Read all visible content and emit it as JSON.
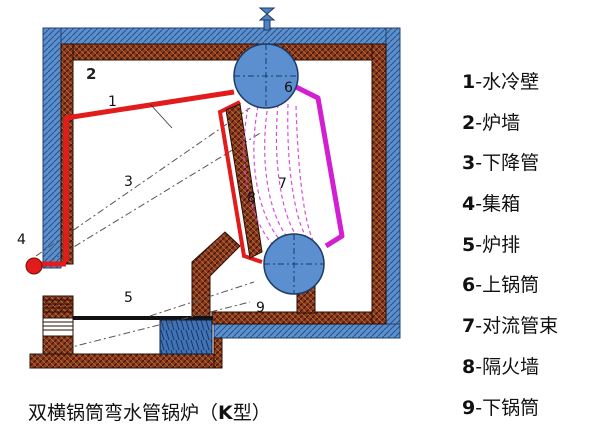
{
  "diagram": {
    "labels": [
      {
        "key": "l1",
        "text": "1"
      },
      {
        "key": "l2",
        "text": "2"
      },
      {
        "key": "l3",
        "text": "3"
      },
      {
        "key": "l4",
        "text": "4"
      },
      {
        "key": "l5",
        "text": "5"
      },
      {
        "key": "l6",
        "text": "6"
      },
      {
        "key": "l7",
        "text": "7"
      },
      {
        "key": "l8",
        "text": "8"
      },
      {
        "key": "l9",
        "text": "9"
      }
    ]
  },
  "legend": [
    {
      "num": "1",
      "text": "-水冷壁"
    },
    {
      "num": "2",
      "text": "-炉墙"
    },
    {
      "num": "3",
      "text": "-下降管"
    },
    {
      "num": "4",
      "text": "-集箱"
    },
    {
      "num": "5",
      "text": "-炉排"
    },
    {
      "num": "6",
      "text": "-上锅筒"
    },
    {
      "num": "7",
      "text": "-对流管束"
    },
    {
      "num": "8",
      "text": "-隔火墙"
    },
    {
      "num": "9",
      "text": "-下锅筒"
    }
  ],
  "caption": {
    "pre": "双横锅筒弯水管锅炉（",
    "bold": "K",
    "post": "型）"
  },
  "colors": {
    "wall_blue": "#4f83c4",
    "brick": "#8a3b1c",
    "drum": "#5b8fd0",
    "water_tube": "#e21b1b",
    "convection": "#d84fd8"
  }
}
